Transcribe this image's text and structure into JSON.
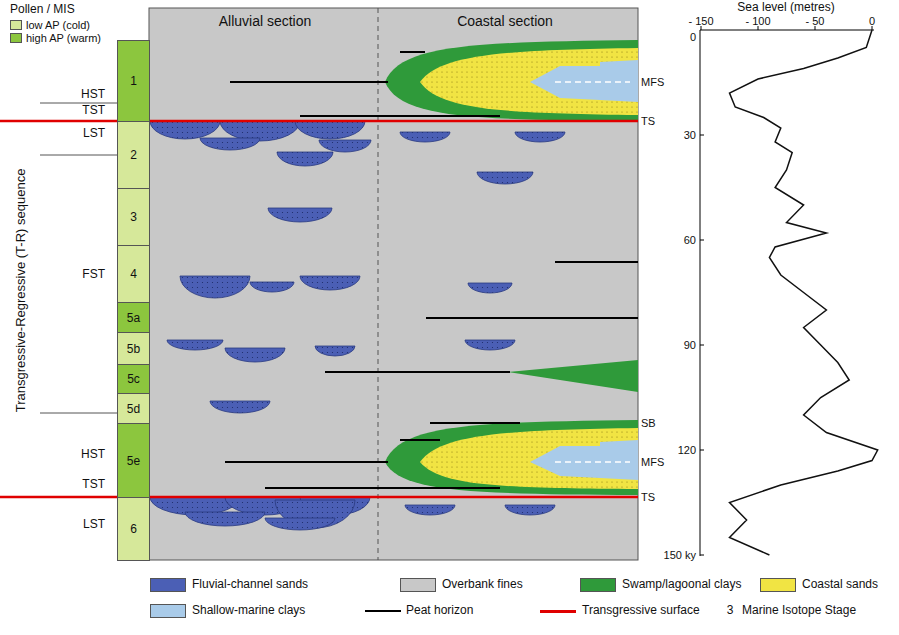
{
  "diagram": {
    "nodes": [
      {
        "text": [
          "Alluvial section",
          "Coastal section"
        ]
      },
      {
        "text": [
          "1"
        ]
      },
      {
        "text": [
          "2"
        ]
      },
      {
        "text": [
          "3"
        ]
      },
      {
        "text": [
          "4"
        ]
      },
      {
        "text": [
          "5a"
        ]
      },
      {
        "text": [
          "5b"
        ]
      },
      {
        "text": [
          "5c"
        ]
      },
      {
        "text": [
          "5d"
        ]
      },
      {
        "text": [
          "5e"
        ]
      },
      {
        "text": [
          "6"
        ]
      }
    ],
    "labels": [
      "Pollen / MIS",
      "Transgressive-Regressive (T-R) sequence",
      "HST",
      "TST",
      "LST",
      "FST",
      "HST",
      "TST",
      "LST",
      "MFS",
      "TS",
      "SB",
      "MFS",
      "TS",
      "Sea level (metres)",
      "- 150",
      "- 100",
      "- 50",
      "0",
      "0",
      "30",
      "60",
      "90",
      "120",
      "150 ky",
      "3"
    ],
    "legend": [
      {
        "text": "low AP (cold)",
        "color": "#d6e89a"
      },
      {
        "text": "high AP (warm)",
        "color": "#8cc63e"
      },
      {
        "text": "Fluvial-channel sands",
        "color": "#4b5fb5"
      },
      {
        "text": "Overbank fines",
        "color": "#c8c8c8"
      },
      {
        "text": "Swamp/lagoonal clays",
        "color": "#2f9a3a"
      },
      {
        "text": "Coastal sands",
        "color": "#f1e443"
      },
      {
        "text": "Shallow-marine clays",
        "color": "#a9cbe9"
      },
      {
        "text": "Peat horizon"
      },
      {
        "text": "Transgressive surface"
      },
      {
        "text": "Marine Isotope Stage"
      }
    ]
  }
}
